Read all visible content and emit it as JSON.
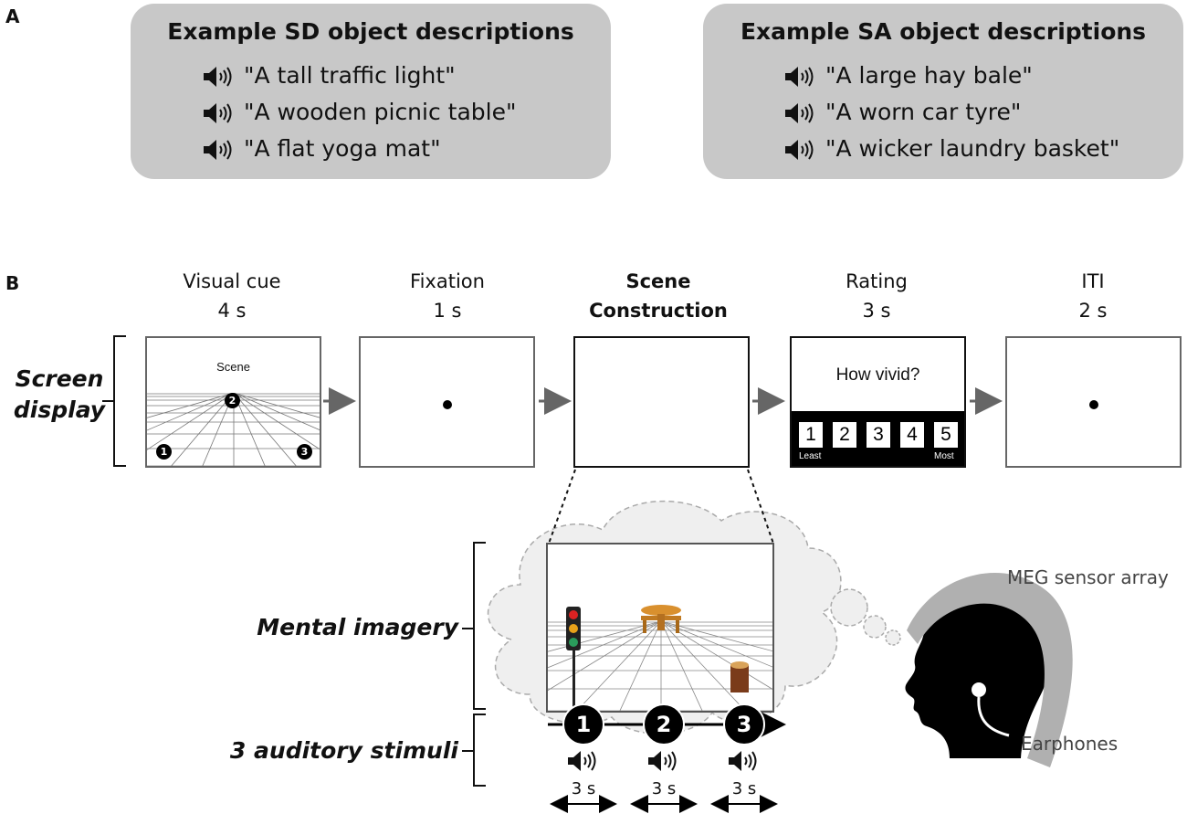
{
  "panelA": {
    "letter": "A",
    "sd": {
      "title": "Example SD object descriptions",
      "items": [
        "\"A tall traffic light\"",
        "\"A wooden picnic table\"",
        "\"A flat yoga mat\""
      ]
    },
    "sa": {
      "title": "Example SA object descriptions",
      "items": [
        "\"A large hay bale\"",
        "\"A worn car tyre\"",
        "\"A wicker laundry basket\""
      ]
    }
  },
  "panelB": {
    "letter": "B",
    "stages": [
      {
        "name": "Visual cue",
        "duration": "4 s"
      },
      {
        "name": "Fixation",
        "duration": "1 s"
      },
      {
        "name_line1": "Scene",
        "name_line2": "Construction"
      },
      {
        "name": "Rating",
        "duration": "3 s"
      },
      {
        "name": "ITI",
        "duration": "2 s"
      }
    ],
    "screen_display_label_1": "Screen",
    "screen_display_label_2": "display",
    "visual_cue_text": "Scene",
    "cue_badges": [
      "1",
      "2",
      "3"
    ],
    "rating": {
      "question": "How vivid?",
      "scale": [
        "1",
        "2",
        "3",
        "4",
        "5"
      ],
      "least": "Least",
      "most": "Most"
    },
    "mental_imagery_label": "Mental imagery",
    "auditory_label": "3 auditory stimuli",
    "stimuli_badges": [
      "1",
      "2",
      "3"
    ],
    "stimulus_durations": [
      "3 s",
      "3 s",
      "3 s"
    ],
    "meg_label": "MEG sensor array",
    "earphones_label": "Earphones"
  },
  "colors": {
    "box_gray": "#c8c8c8",
    "arrow_gray": "#666666",
    "cloud_fill": "#efefef",
    "sensor_gray": "#b0b0b0"
  }
}
